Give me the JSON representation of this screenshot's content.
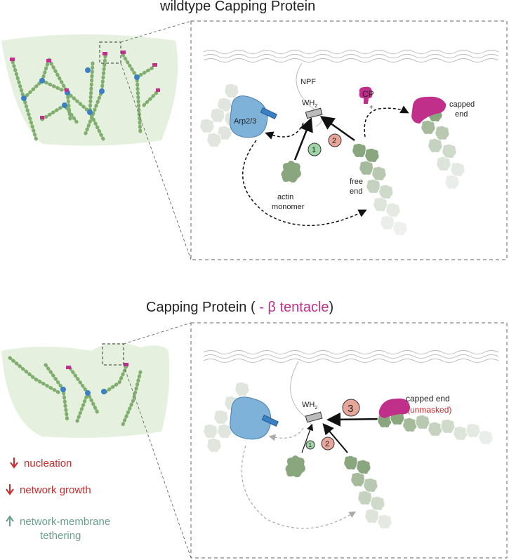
{
  "colors": {
    "actin_green": "#8aa67e",
    "actin_light": "#c8d4c2",
    "arp_blue": "#7fb2d9",
    "cp_magenta": "#c0308a",
    "salmon": "#e8a59a",
    "mint": "#9fd3a8",
    "decrease_red": "#cc2a2a",
    "increase_teal": "#6aa08a",
    "network_bg": "#e6f0de"
  },
  "panel_top": {
    "title": "wildtype Capping Protein",
    "labels": {
      "npf": "NPF",
      "wh2": "WH",
      "wh2_sub": "2",
      "arp": "Arp2/3",
      "cp": "CP",
      "plus": "+",
      "capped_end_1": "capped",
      "capped_end_2": "end",
      "free_end_1": "free",
      "free_end_2": "end",
      "monomer_1": "actin",
      "monomer_2": "monomer",
      "step1": "1",
      "step2": "2"
    }
  },
  "panel_bottom": {
    "title_pre": "Capping Protein (",
    "title_mut": " - β tentacle",
    "title_post": ")",
    "labels": {
      "wh2": "WH",
      "wh2_sub": "2",
      "capped_end": "capped end",
      "unmasked": "(unmasked)",
      "step1": "1",
      "step2": "2",
      "step3": "3"
    }
  },
  "effects": [
    {
      "arrow": "down",
      "text": "nucleation"
    },
    {
      "arrow": "down",
      "text": "network growth"
    },
    {
      "arrow": "up",
      "text": "network-membrane",
      "text2": "tethering"
    }
  ]
}
